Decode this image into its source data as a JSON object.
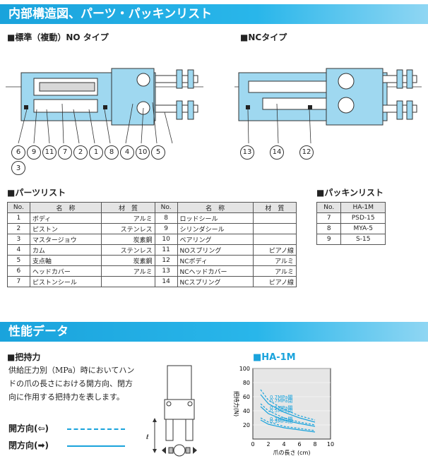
{
  "section1": {
    "title": "内部構造図、パーツ・パッキンリスト"
  },
  "diagrams": {
    "no_label": "■標準（複動）NO タイプ",
    "nc_label": "■NCタイプ",
    "no_numbers": [
      "6",
      "9",
      "11",
      "7",
      "2",
      "1",
      "8",
      "4",
      "10",
      "5",
      "3"
    ],
    "nc_numbers": [
      "13",
      "14",
      "12"
    ]
  },
  "parts": {
    "title": "■パーツリスト",
    "headers": [
      "No.",
      "名　称",
      "材　質",
      "No.",
      "名　称",
      "材　質"
    ],
    "rows": [
      [
        "1",
        "ボディ",
        "アルミ",
        "8",
        "ロッドシール",
        ""
      ],
      [
        "2",
        "ピストン",
        "ステンレス",
        "9",
        "シリンダシール",
        ""
      ],
      [
        "3",
        "マスタージョウ",
        "炭素鋼",
        "10",
        "ベアリング",
        ""
      ],
      [
        "4",
        "カム",
        "ステンレス",
        "11",
        "NOスプリング",
        "ピアノ線"
      ],
      [
        "5",
        "支点軸",
        "炭素鋼",
        "12",
        "NCボディ",
        "アルミ"
      ],
      [
        "6",
        "ヘッドカバー",
        "アルミ",
        "13",
        "NCヘッドカバー",
        "アルミ"
      ],
      [
        "7",
        "ピストンシール",
        "",
        "14",
        "NCスプリング",
        "ピアノ線"
      ]
    ]
  },
  "packing": {
    "title": "■パッキンリスト",
    "headers": [
      "No.",
      "HA-1M"
    ],
    "rows": [
      [
        "7",
        "PSD-15"
      ],
      [
        "8",
        "MYA-5"
      ],
      [
        "9",
        "S-15"
      ]
    ]
  },
  "section2": {
    "title": "性能データ"
  },
  "grip": {
    "title": "■把持力",
    "text": "供給圧力別（MPa）時においてハンドの爪の長さにおける開方向、閉方向に作用する把持力を表します。",
    "open": "開方向(⇦)",
    "close": "閉方向(➡)"
  },
  "chart_data": {
    "type": "line",
    "title": "■HA-1M",
    "xlabel": "爪の長さ (cm)",
    "ylabel": "把持力(N)",
    "xlim": [
      0,
      10
    ],
    "ylim": [
      0,
      100
    ],
    "xticks": [
      0,
      2,
      4,
      6,
      8,
      10
    ],
    "yticks": [
      20,
      40,
      60,
      80,
      100
    ],
    "series": [
      {
        "name": "0.7MPa開",
        "style": "dashed",
        "x": [
          1,
          2,
          4,
          6,
          8
        ],
        "y": [
          70,
          55,
          42,
          33,
          27
        ]
      },
      {
        "name": "0.7MPa閉",
        "style": "solid",
        "x": [
          1,
          2,
          4,
          6,
          8
        ],
        "y": [
          63,
          50,
          38,
          30,
          24
        ]
      },
      {
        "name": "0.5MPa開",
        "style": "dashed",
        "x": [
          1,
          2,
          4,
          6,
          8
        ],
        "y": [
          50,
          40,
          30,
          24,
          20
        ]
      },
      {
        "name": "0.5MPa閉",
        "style": "solid",
        "x": [
          1,
          2,
          4,
          6,
          8
        ],
        "y": [
          46,
          36,
          27,
          22,
          18
        ]
      },
      {
        "name": "0.3MPa開",
        "style": "dashed",
        "x": [
          1,
          2,
          4,
          6,
          8
        ],
        "y": [
          30,
          24,
          18,
          15,
          12
        ]
      },
      {
        "name": "0.3MPa閉",
        "style": "solid",
        "x": [
          1,
          2,
          4,
          6,
          8
        ],
        "y": [
          27,
          21,
          16,
          13,
          10
        ]
      }
    ],
    "color": "#1aa3dc"
  }
}
